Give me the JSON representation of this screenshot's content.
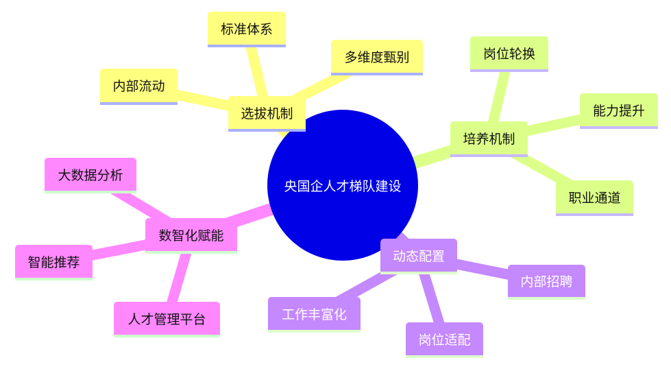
{
  "center": {
    "label": "央国企人才梯队建设",
    "color": "#0000e6"
  },
  "branches": [
    {
      "label": "选拔机制",
      "color": "#ffff80",
      "text_color": "#111111",
      "border": "#aab0ff",
      "children": [
        "标准体系",
        "多维度甄别",
        "内部流动"
      ]
    },
    {
      "label": "培养机制",
      "color": "#dcff8a",
      "text_color": "#111111",
      "border": "#c8b8ff",
      "children": [
        "岗位轮换",
        "能力提升",
        "职业通道"
      ]
    },
    {
      "label": "数智化赋能",
      "color": "#ff88ff",
      "text_color": "#111111",
      "border": "#ccffcc",
      "children": [
        "大数据分析",
        "智能推荐",
        "人才管理平台"
      ]
    },
    {
      "label": "动态配置",
      "color": "#c488ff",
      "text_color": "#ffffff",
      "border": "#ddffcc",
      "children": [
        "内部招聘",
        "工作丰富化",
        "岗位适配"
      ]
    }
  ]
}
